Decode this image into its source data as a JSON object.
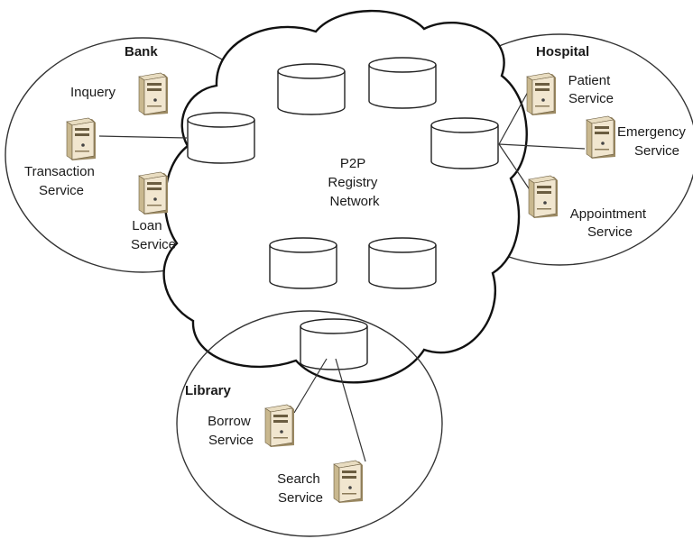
{
  "center": {
    "lines": [
      "P2P",
      "Registry",
      "Network"
    ]
  },
  "domains": {
    "bank": {
      "title": "Bank",
      "services": {
        "inquery": [
          "Inquery"
        ],
        "transaction": [
          "Transaction",
          "Service"
        ],
        "loan": [
          "Loan",
          "Service"
        ]
      }
    },
    "hospital": {
      "title": "Hospital",
      "services": {
        "patient": [
          "Patient",
          "Service"
        ],
        "emergency": [
          "Emergency",
          "Service"
        ],
        "appointment": [
          "Appointment",
          "Service"
        ]
      }
    },
    "library": {
      "title": "Library",
      "services": {
        "borrow": [
          "Borrow",
          "Service"
        ],
        "search": [
          "Search",
          "Service"
        ]
      }
    }
  },
  "colors": {
    "line": "#333333",
    "server_body": "#f1e6cf",
    "server_side": "#b7a37a"
  }
}
